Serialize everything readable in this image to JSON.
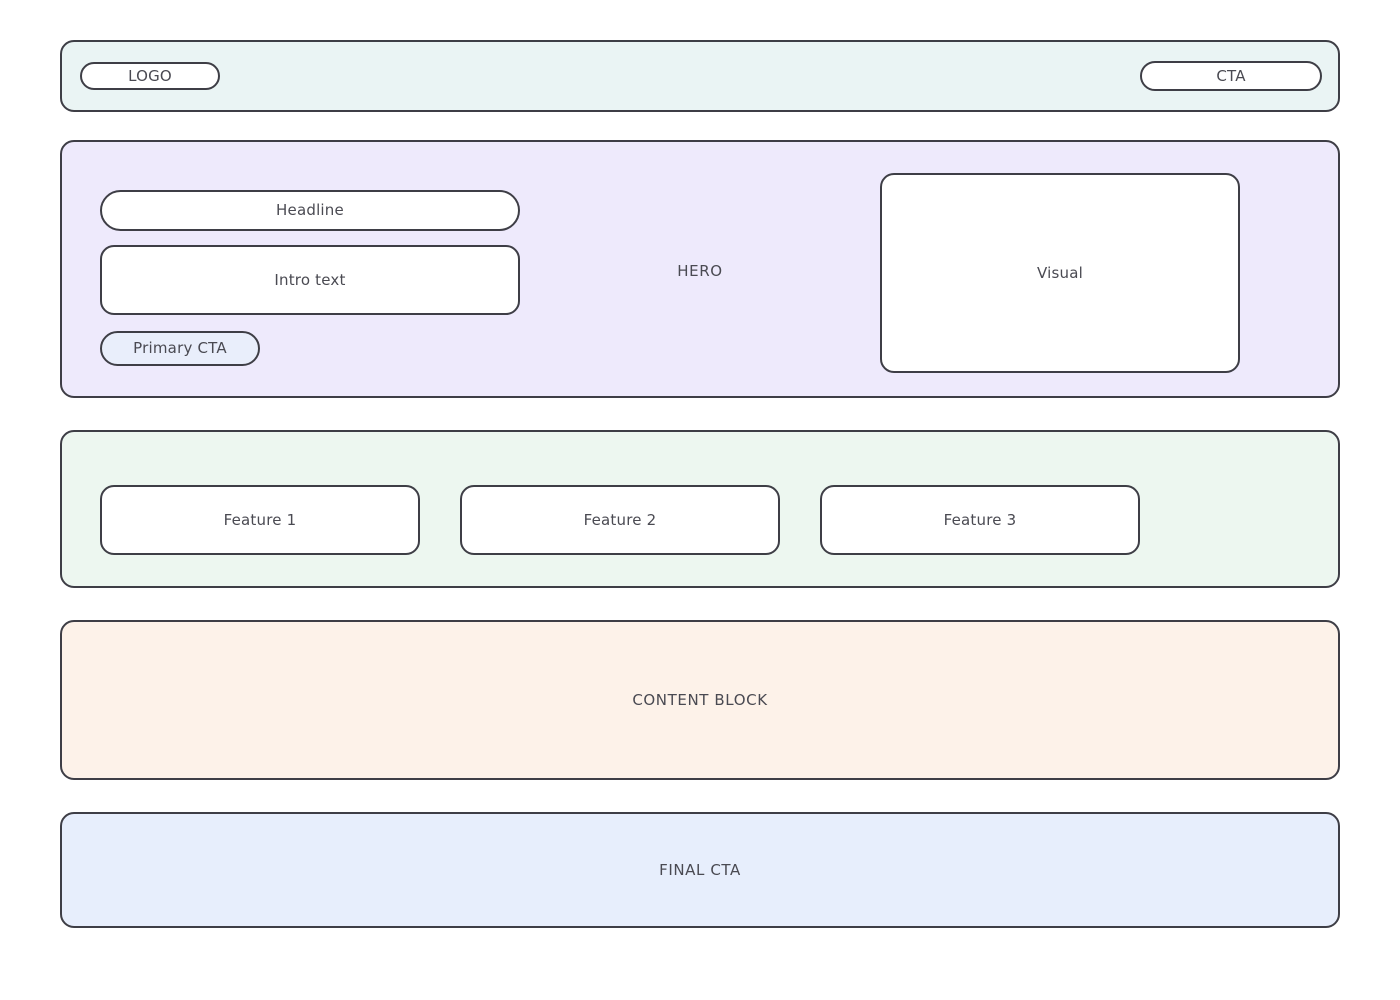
{
  "page": {
    "background_color": "#ffffff",
    "stroke_color": "#3e3e46",
    "text_color": "#4a4a52"
  },
  "header": {
    "name": "header",
    "background_color": "#eaf4f4",
    "logo_label": "LOGO",
    "cta_label": "CTA"
  },
  "hero": {
    "name": "hero",
    "background_color": "#eeeafc",
    "section_label": "HERO",
    "headline_label": "Headline",
    "intro_label": "Intro text",
    "primary_cta_label": "Primary CTA",
    "primary_cta_color": "#e9eefb",
    "visual_label": "Visual"
  },
  "features": {
    "name": "features",
    "background_color": "#edf7f0",
    "cards": [
      {
        "label": "Feature 1"
      },
      {
        "label": "Feature 2"
      },
      {
        "label": "Feature 3"
      }
    ]
  },
  "content": {
    "name": "content-block",
    "background_color": "#fdf2e9",
    "label": "CONTENT BLOCK"
  },
  "final_cta": {
    "name": "final-cta",
    "background_color": "#e7eefc",
    "label": "FINAL CTA"
  }
}
